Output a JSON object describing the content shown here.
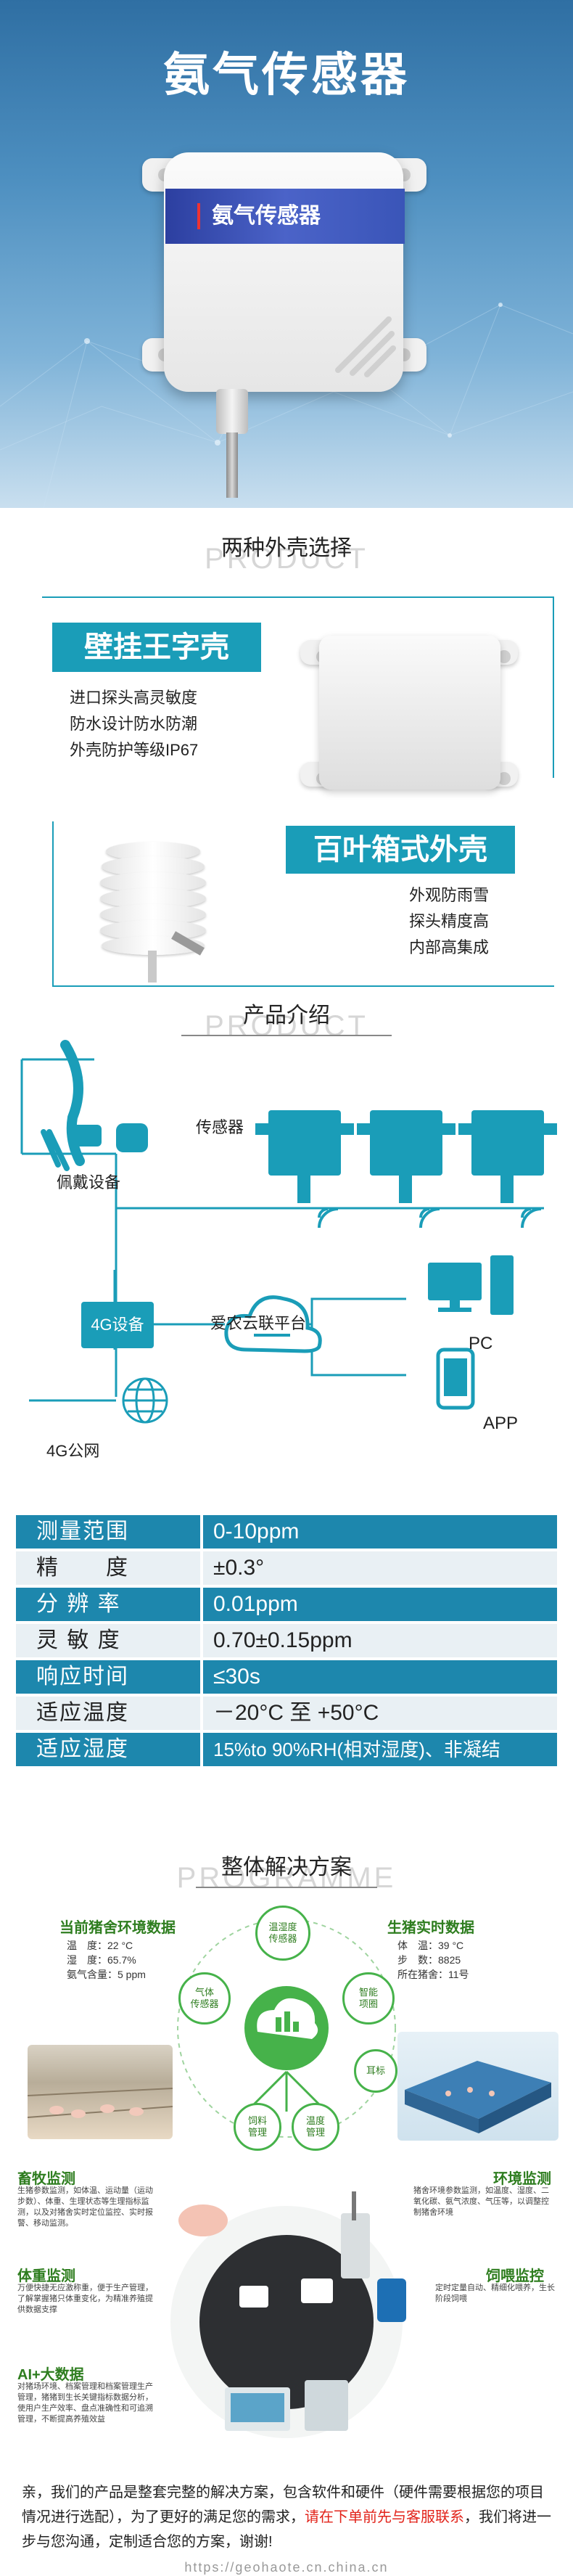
{
  "hero": {
    "title": "氨气传感器",
    "device_label": "氨气传感器"
  },
  "shell": {
    "title": "两种外壳选择",
    "title_bg": "PRODUCT",
    "wall": {
      "name": "壁挂王字壳",
      "features": [
        "进口探头高灵敏度",
        "防水设计防水防潮",
        "外壳防护等级IP67"
      ]
    },
    "louver": {
      "name": "百叶箱式外壳",
      "features": [
        "外观防雨雪",
        "探头精度高",
        "内部高集成"
      ]
    }
  },
  "intro": {
    "title": "产品介绍",
    "title_bg": "PRODUCT",
    "wearable": "佩戴设备",
    "sensor": "传感器",
    "gateway": "4G设备",
    "network": "4G公网",
    "cloud": "爱农云联平台",
    "pc": "PC",
    "app": "APP"
  },
  "spec": [
    {
      "k": "测量范围",
      "v": "0-10ppm"
    },
    {
      "k": "精　　度",
      "v": "±0.3°"
    },
    {
      "k": "分 辨 率",
      "v": "0.01ppm"
    },
    {
      "k": "灵 敏 度",
      "v": "0.70±0.15ppm"
    },
    {
      "k": "响应时间",
      "v": "≤30s"
    },
    {
      "k": "适应温度",
      "v": "－20°C 至 +50°C"
    },
    {
      "k": "适应湿度",
      "v": "15%to 90%RH(相对湿度)、非凝结"
    }
  ],
  "solution": {
    "title": "整体解决方案",
    "title_bg": "PROGRAMME",
    "env_head": "当前猪舍环境数据",
    "env_lines": [
      "温　度：22 °C",
      "湿　度：65.7%",
      "氨气含量：5 ppm"
    ],
    "pig_head": "生猪实时数据",
    "pig_lines": [
      "体　温：39 °C",
      "步　数：8825",
      "所在猪舍：11号"
    ],
    "bubbles": [
      "温湿度\n传感器",
      "气体\n传感器",
      "智能\n项圈",
      "耳标",
      "饲料\n管理",
      "温度\n管理"
    ],
    "monitor_head": "畜牧监测",
    "monitor_text": "生猪参数监测，如体温、运动量（运动步数）、体重、生理状态等生理指标监测，以及对猪舍实时定位监控、实时报警、移动监测。",
    "env_mon_head": "环境监测",
    "env_mon_text": "猪舍环境参数监测，如温度、湿度、二氧化碳、氨气浓度、气压等，以调整控制猪舍环境",
    "weight_head": "体重监测",
    "weight_text": "万便快捷无应激称重，便于生产管理，了解掌握猪只体重变化，为精准养殖提供数据支撑",
    "feed_head": "饲喂监控",
    "feed_text": "定时定量自动、精细化喂养，生长阶段饲喂",
    "ai_head": "AI+大数据",
    "ai_text": "对猪场环境、档案管理和档案管理生产管理，猪猪到生长关键指标数据分析，使用户生产效率、盘点准确性和可追溯管理，不断提高养殖效益"
  },
  "closing": {
    "text_a": "亲，我们的产品是整套完整的解决方案，包含软件和硬件（硬件需要根据您的项目情况进行选配），为了更好的满足您的需求，",
    "text_red": "请在下单前先与客服联系",
    "text_b": "，我们将进一步与您沟通，定制适合您的方案，谢谢!"
  },
  "watermark": "https://geohaote.cn.china.cn"
}
